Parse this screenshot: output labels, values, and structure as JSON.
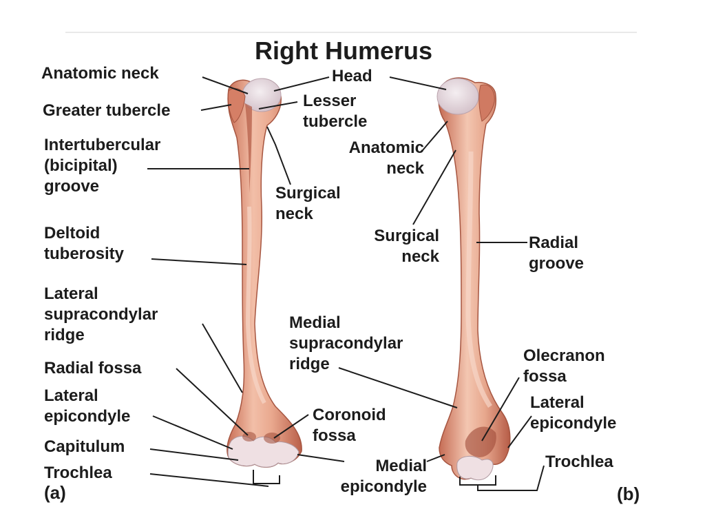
{
  "title": "Right Humerus",
  "panels": {
    "anterior_tag": "(a)",
    "posterior_tag": "(b)"
  },
  "colors": {
    "bone_fill": "#e7a48a",
    "bone_shadow": "#b9644f",
    "bone_highlight": "#f6d3c3",
    "articular_surface": "#ecdfe4",
    "leader_line": "#1c1c1c",
    "text": "#1c1c1c"
  },
  "labels_anterior": {
    "anatomic_neck": [
      "Anatomic neck"
    ],
    "head": [
      "Head"
    ],
    "greater_tubercle": [
      "Greater tubercle"
    ],
    "lesser_tubercle": [
      "Lesser",
      "tubercle"
    ],
    "intertubercular_groove": [
      "Intertubercular",
      "(bicipital)",
      "groove"
    ],
    "surgical_neck": [
      "Surgical",
      "neck"
    ],
    "deltoid_tuberosity": [
      "Deltoid",
      "tuberosity"
    ],
    "lateral_supracondylar_ridge": [
      "Lateral",
      "supracondylar",
      "ridge"
    ],
    "radial_fossa": [
      "Radial fossa"
    ],
    "lateral_epicondyle": [
      "Lateral",
      "epicondyle"
    ],
    "coronoid_fossa": [
      "Coronoid",
      "fossa"
    ],
    "capitulum": [
      "Capitulum"
    ],
    "trochlea": [
      "Trochlea"
    ],
    "medial_epicondyle": [
      "Medial",
      "epicondyle"
    ]
  },
  "labels_posterior": {
    "anatomic_neck": [
      "Anatomic",
      "neck"
    ],
    "surgical_neck": [
      "Surgical",
      "neck"
    ],
    "radial_groove": [
      "Radial",
      "groove"
    ],
    "medial_supracondylar_ridge": [
      "Medial",
      "supracondylar",
      "ridge"
    ],
    "olecranon_fossa": [
      "Olecranon",
      "fossa"
    ],
    "lateral_epicondyle": [
      "Lateral",
      "epicondyle"
    ],
    "trochlea": [
      "Trochlea"
    ]
  }
}
